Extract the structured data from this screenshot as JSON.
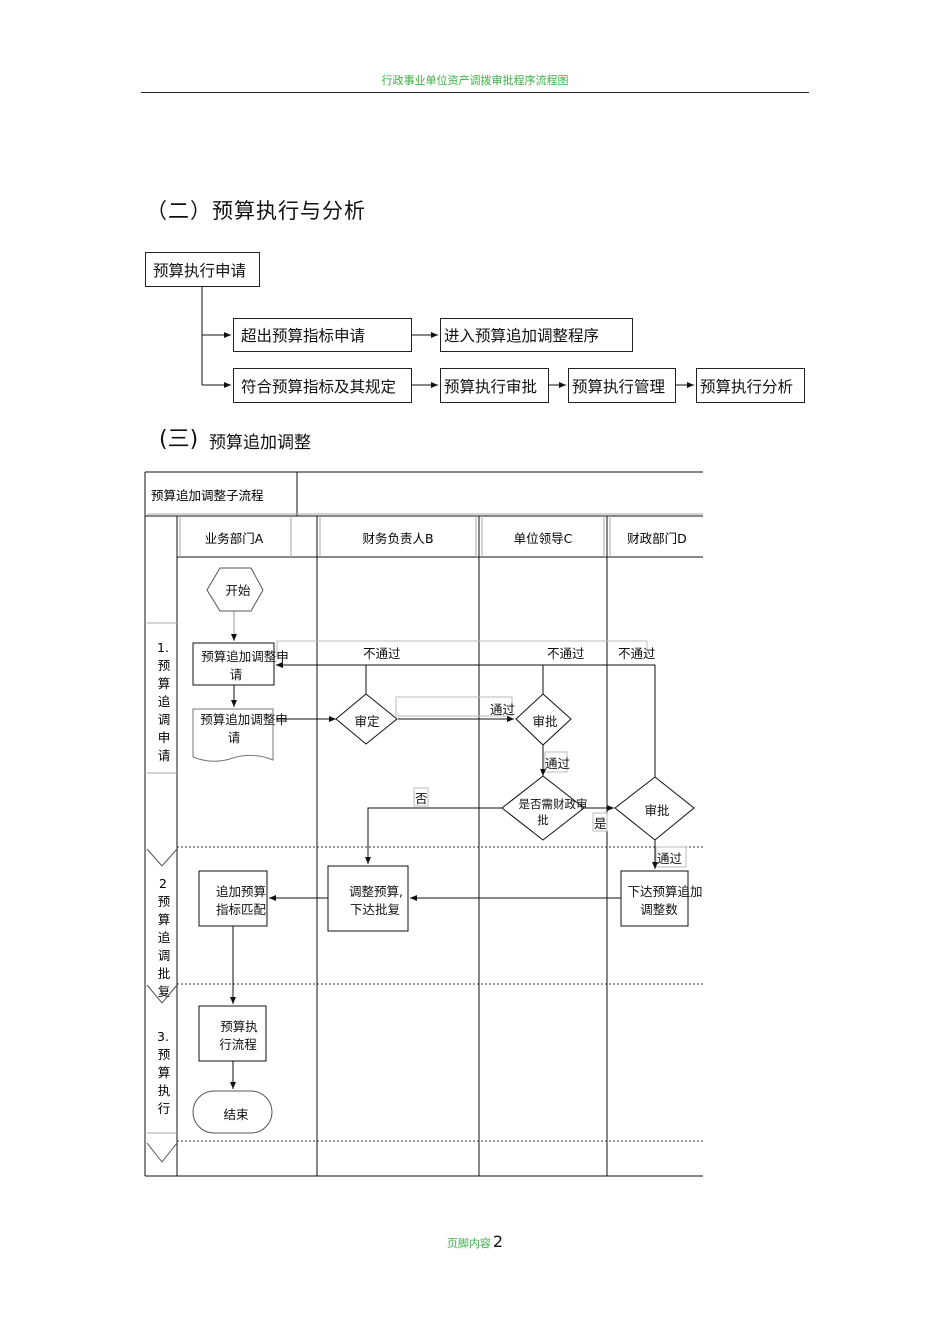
{
  "header": {
    "text": "行政事业单位资产调拨审批程序流程图"
  },
  "section2": {
    "title": "（二）预算执行与分析",
    "boxes": {
      "apply": "预算执行申请",
      "over": "超出预算指标申请",
      "enter": "进入预算追加调整程序",
      "conform": "符合预算指标及其规定",
      "audit": "预算执行审批",
      "manage": "预算执行管理",
      "analysis": "预算执行分析"
    }
  },
  "section3": {
    "prefix": "(三)",
    "title": "预算追加调整"
  },
  "swimlane": {
    "title": "预算追加调整子流程",
    "lanes": {
      "a": "业务部门A",
      "b": "财务负责人B",
      "c": "单位领导C",
      "d": "财政部门D"
    },
    "phases": {
      "p1": [
        "1.",
        "预",
        "算",
        "追",
        "调",
        "申",
        "请"
      ],
      "p2": [
        "2",
        "预",
        "算",
        "追",
        "调",
        "批",
        "复"
      ],
      "p3": [
        "3.",
        "预",
        "算",
        "执",
        "行"
      ]
    },
    "nodes": {
      "start": "开始",
      "apply_l1": "预算追加调整申",
      "apply_l2": "请",
      "doc_l1": "预算追加调整申",
      "doc_l2": "请",
      "review": "审定",
      "approve_c": "审批",
      "need_l1": "是否需财政审",
      "need_l2": "批",
      "approve_d": "审批",
      "match_l1": "追加预算",
      "match_l2": "指标匹配",
      "adjust_l1": "调整预算,",
      "adjust_l2": "下达批复",
      "issue_l1": "下达预算追加",
      "issue_l2": "调整数",
      "exec_l1": "预算执",
      "exec_l2": "行流程",
      "end": "结束"
    },
    "labels": {
      "fail1": "不通过",
      "fail2": "不通过",
      "fail3": "不通过",
      "pass1": "通过",
      "pass2": "通过",
      "pass3": "通过",
      "no": "否",
      "yes": "是"
    }
  },
  "footer": {
    "text": "页脚内容",
    "page": "2"
  }
}
